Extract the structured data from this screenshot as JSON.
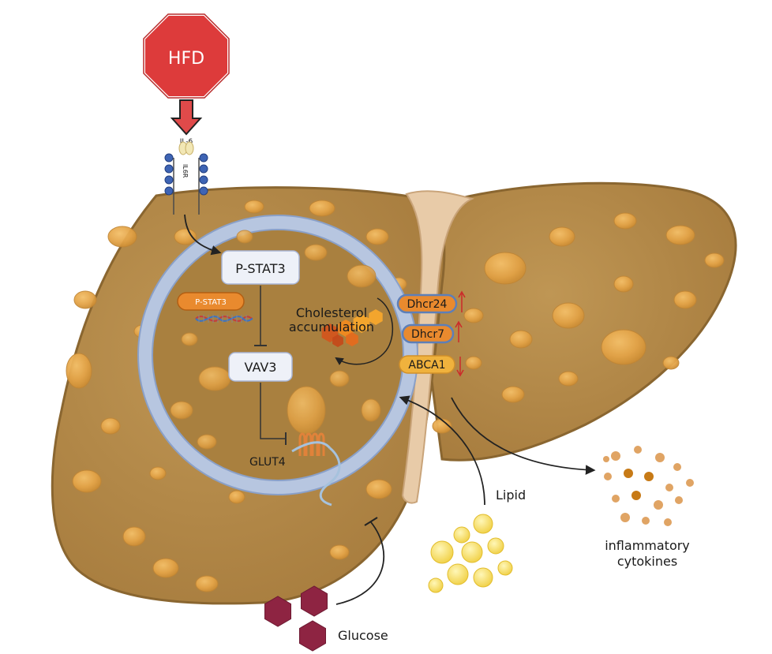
{
  "labels": {
    "hfd": "HFD",
    "il6": "IL-6",
    "il6r": "IL6R",
    "pstat3_box": "P-STAT3",
    "pstat3_pill": "P-STAT3",
    "vav3": "VAV3",
    "glut4": "GLUT4",
    "cholesterol_line1": "Cholesterol",
    "cholesterol_line2": "accumulation",
    "dhcr24": "Dhcr24",
    "dhcr7": "Dhcr7",
    "abca1": "ABCA1",
    "lipid": "Lipid",
    "inflammatory_line1": "inflammatory",
    "inflammatory_line2": "cytokines",
    "glucose": "Glucose"
  },
  "colors": {
    "liver_fill": "#b48a4a",
    "liver_stroke": "#8a6630",
    "ligament": "#e6c9a6",
    "gallbladder": "#5d8f5a",
    "stop_sign": "#dd3b3b",
    "arrow_red": "#e04a4a",
    "cell_ring": "#b7c6e0",
    "cell_inner": "#a98245",
    "box_fill": "#eef1f8",
    "pill_orange": "#e98a2e",
    "pill_yellow": "#f0b23d",
    "enzyme_border": "#5d7fb8",
    "glucose": "#8e2442",
    "lipid": "#f3d75a",
    "cytokine": "#e0a464",
    "cytokine_dark": "#c77a16",
    "up_arrow": "#cc2a2a"
  },
  "icons": {
    "stop": "stop-sign-icon",
    "receptor": "il6-receptor-icon",
    "dna": "dna-icon",
    "cholesterol": "cholesterol-hexagon-icon",
    "glut4": "glut4-transporter-icon",
    "glucose": "glucose-hexagon-icon",
    "lipid": "lipid-droplet-icon",
    "cytokine": "cytokine-dot-icon"
  },
  "regulation": {
    "dhcr24": "up",
    "dhcr7": "up",
    "abca1": "down"
  }
}
